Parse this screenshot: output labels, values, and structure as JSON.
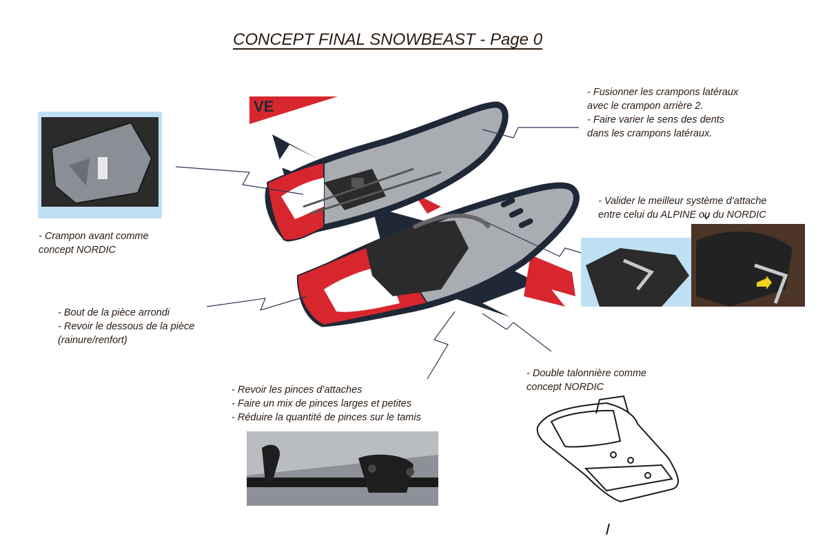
{
  "title": "CONCEPT FINAL SNOWBEAST - Page 0",
  "banner_text": "VE",
  "notes": {
    "front_crampon": [
      "- Crampon avant comme",
      "concept NORDIC"
    ],
    "side_crampons": [
      "- Fusionner les crampons latéraux",
      "  avec le crampon arrière 2.",
      "- Faire varier le sens des dents",
      "  dans les crampons latéraux."
    ],
    "binding": [
      "- Valider le meilleur système d’attache",
      "entre celui du ALPINE ou du NORDIC"
    ],
    "tip_piece": [
      "- Bout de la pièce arrondi",
      "- Revoir le dessous de la pièce",
      "(rainure/renfort)"
    ],
    "clips": [
      "- Revoir les pinces d’attaches",
      "- Faire un mix de pinces larges et petites",
      "- Réduire la quantité de pinces sur le tamis"
    ],
    "heel_lift": [
      "- Double talonnière comme",
      "concept NORDIC"
    ]
  },
  "colors": {
    "frame_red": "#d8262f",
    "frame_navy": "#1e2836",
    "deck_grey": "#a9acb0",
    "binding_black": "#2b2b2b",
    "sky_blue": "#bfe0f2",
    "text_brown": "#2a1a10"
  }
}
